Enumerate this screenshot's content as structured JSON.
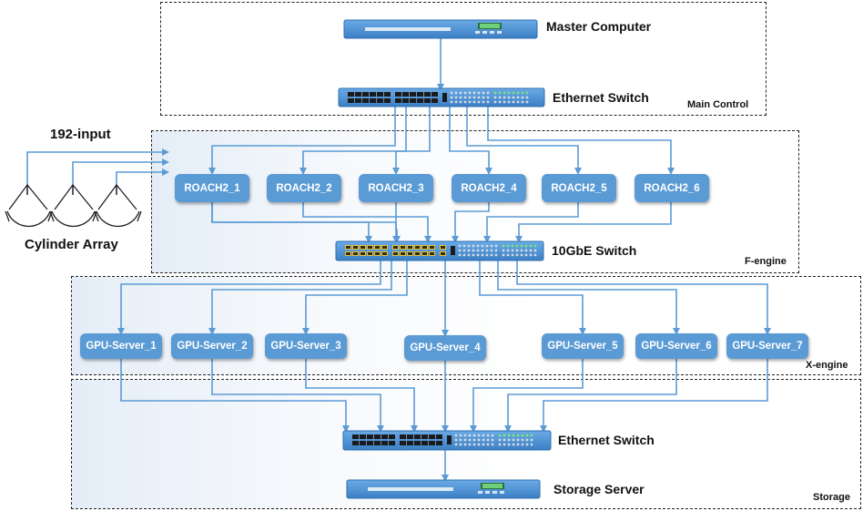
{
  "regions": {
    "main_control": "Main Control",
    "f_engine": "F-engine",
    "x_engine": "X-engine",
    "storage": "Storage"
  },
  "devices": {
    "master_computer": "Master Computer",
    "ethernet_switch_top": "Ethernet Switch",
    "tengbe_switch": "10GbE Switch",
    "ethernet_switch_bottom": "Ethernet Switch",
    "storage_server": "Storage Server"
  },
  "input_label": "192-input",
  "array_label": "Cylinder Array",
  "roach_nodes": [
    "ROACH2_1",
    "ROACH2_2",
    "ROACH2_3",
    "ROACH2_4",
    "ROACH2_5",
    "ROACH2_6"
  ],
  "gpu_nodes": [
    "GPU-Server_1",
    "GPU-Server_2",
    "GPU-Server_3",
    "GPU-Server_4",
    "GPU-Server_5",
    "GPU-Server_6",
    "GPU-Server_7"
  ],
  "colors": {
    "node": "#5b9bd5",
    "line": "#5b9bd5",
    "device": "#4a8fd1"
  }
}
